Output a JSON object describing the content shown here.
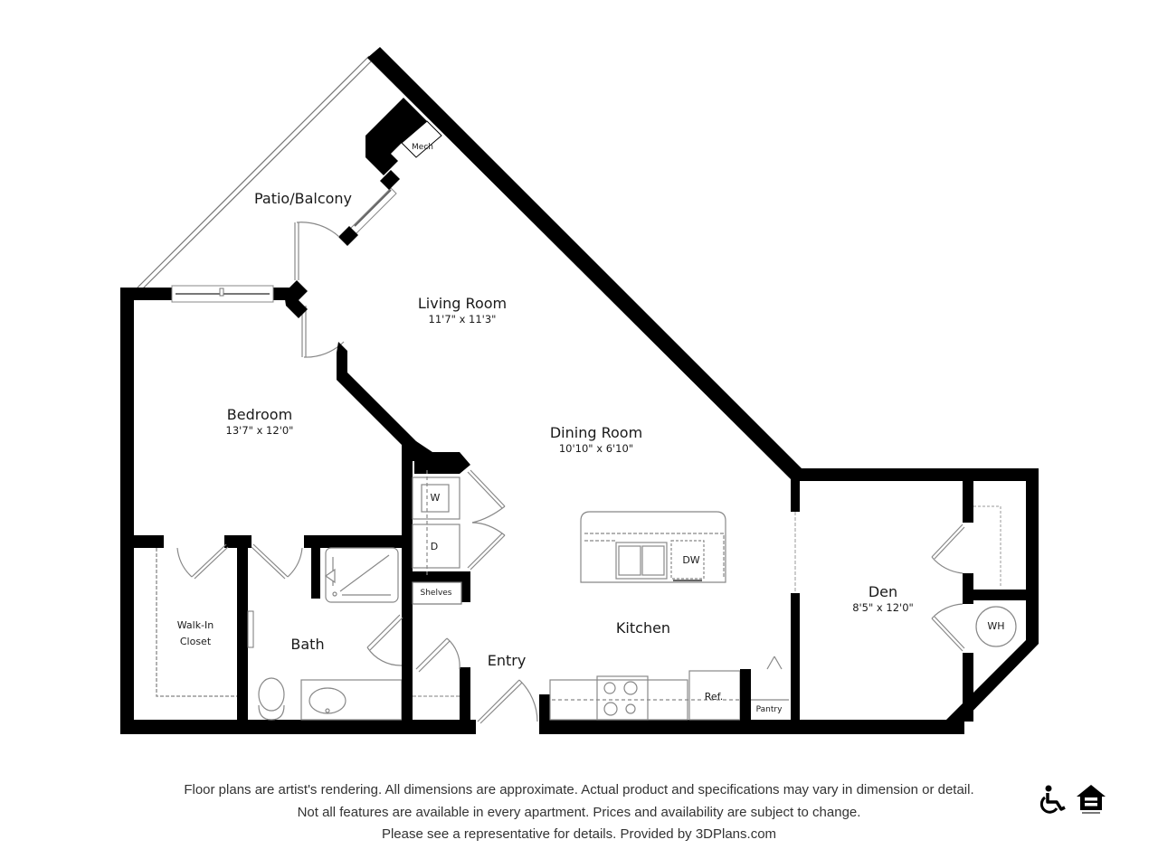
{
  "rooms": {
    "patio": {
      "name": "Patio/Balcony"
    },
    "mech": {
      "name": "Mech"
    },
    "living": {
      "name": "Living Room",
      "dims": "11'7\" x 11'3\""
    },
    "bedroom": {
      "name": "Bedroom",
      "dims": "13'7\" x 12'0\""
    },
    "dining": {
      "name": "Dining Room",
      "dims": "10'10\" x 6'10\""
    },
    "kitchen": {
      "name": "Kitchen"
    },
    "den": {
      "name": "Den",
      "dims": "8'5\" x 12'0\""
    },
    "bath": {
      "name": "Bath"
    },
    "walkin": {
      "name_line1": "Walk-In",
      "name_line2": "Closet"
    },
    "entry": {
      "name": "Entry"
    }
  },
  "fixtures": {
    "washer": "W",
    "dryer": "D",
    "shelves": "Shelves",
    "dishwasher": "DW",
    "refrigerator": "Ref.",
    "pantry": "Pantry",
    "water_heater": "WH"
  },
  "disclaimer": {
    "line1": "Floor plans are artist's rendering. All dimensions are approximate. Actual product and specifications may vary in dimension or detail.",
    "line2": "Not all features are available in every apartment. Prices and availability are subject to change.",
    "line3": "Please see a representative for details. Provided by 3DPlans.com"
  },
  "icons": {
    "accessibility": "wheelchair-accessible-icon",
    "equal_housing": "equal-housing-opportunity-icon"
  },
  "colors": {
    "wall": "#000000",
    "fixture": "#888888",
    "text": "#1a1a1a",
    "footer_text": "#333333"
  }
}
